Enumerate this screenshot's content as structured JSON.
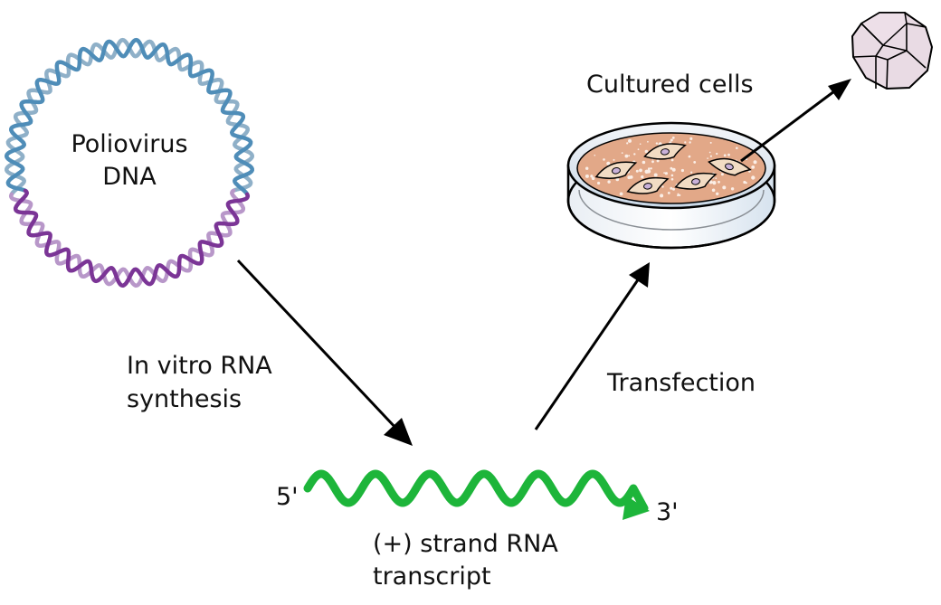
{
  "labels": {
    "dna_line1": "Poliovirus",
    "dna_line2": "DNA",
    "cultured_cells": "Cultured cells",
    "step1_line1": "In vitro RNA",
    "step1_line2": "synthesis",
    "step2": "Transfection",
    "five_prime": "5'",
    "three_prime": "3'",
    "rna_line1": "(+) strand RNA",
    "rna_line2": "transcript"
  },
  "colors": {
    "dna_blue_dark": "#4f8db8",
    "dna_blue_light": "#8fb0c8",
    "dna_purple_dark": "#7b3596",
    "dna_purple_light": "#b897c9",
    "rna_green": "#1db53a",
    "medium": "#e2a888",
    "cell_fill": "#f2dcc4",
    "nucleus": "#c9b1d9",
    "dish_glass": "#dfe7ef",
    "virion": "#e9dbe4",
    "arrow": "#000000"
  }
}
